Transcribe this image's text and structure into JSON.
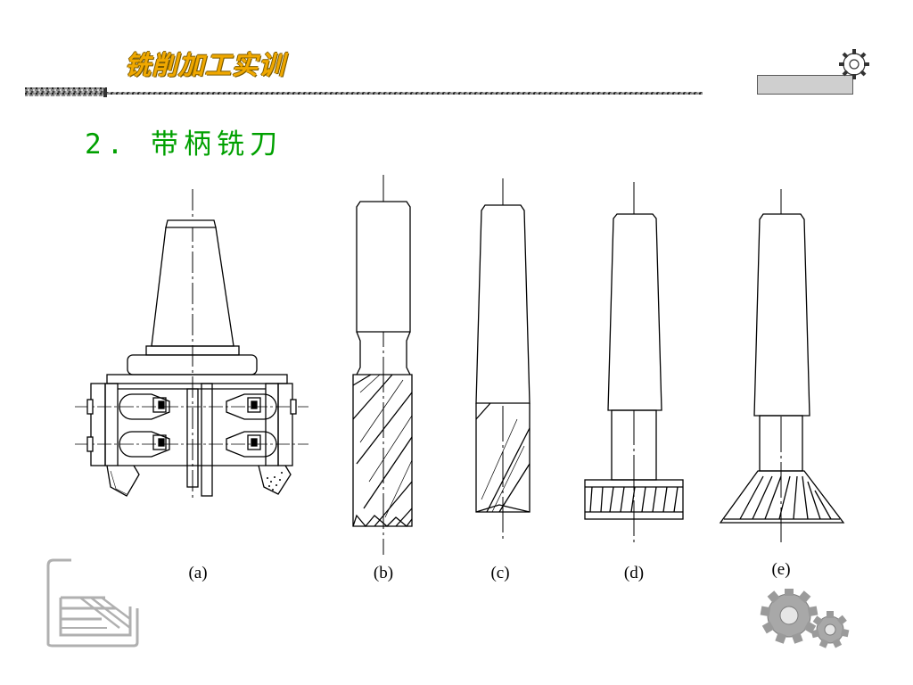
{
  "header": {
    "title": "铣削加工实训"
  },
  "section": {
    "title": "2. 带柄铣刀"
  },
  "figures": [
    {
      "label": "(a)"
    },
    {
      "label": "(b)"
    },
    {
      "label": "(c)"
    },
    {
      "label": "(d)"
    },
    {
      "label": "(e)"
    }
  ],
  "colors": {
    "header_title": "#f0a800",
    "section_title": "#00a000",
    "header_box": "#cfcfcf"
  },
  "icons": {
    "corner": "gear-icon",
    "bottom_left": "logo-icon",
    "bottom_right": "gears-icon"
  }
}
